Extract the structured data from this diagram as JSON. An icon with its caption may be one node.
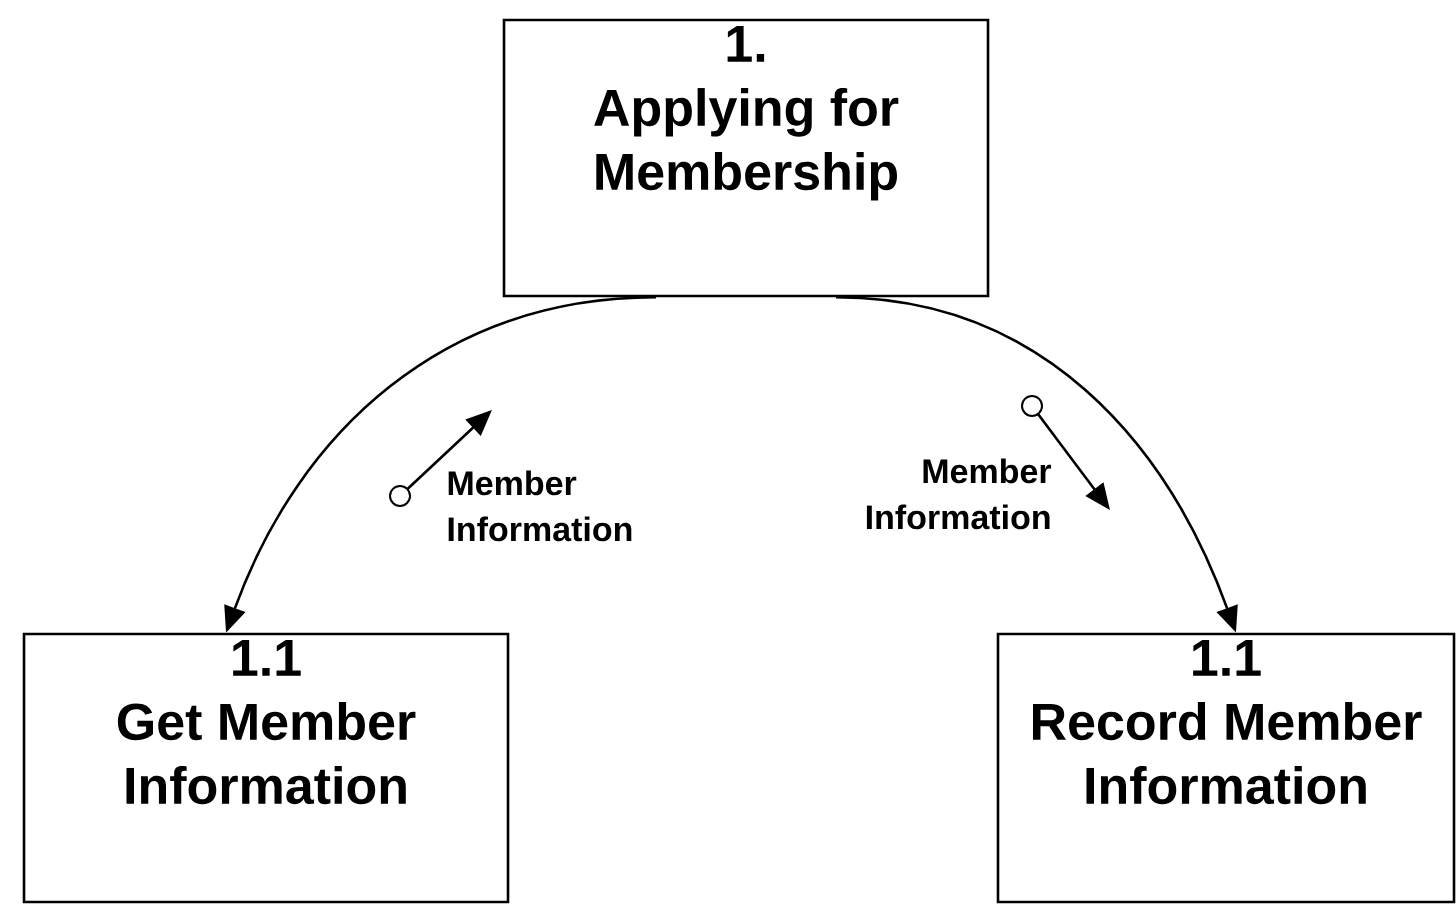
{
  "diagram": {
    "nodes": [
      {
        "text": [
          "1.",
          "Applying for Membership"
        ]
      },
      {
        "text": [
          "1.1",
          "Get Member Information"
        ]
      },
      {
        "text": [
          "1.1",
          "Record Member Information"
        ]
      }
    ],
    "edges": [
      {
        "from": 0,
        "to": 1,
        "arrow": "to",
        "label": "Member Information"
      },
      {
        "from": 0,
        "to": 2,
        "arrow": "to",
        "label": "Member Information"
      }
    ]
  }
}
